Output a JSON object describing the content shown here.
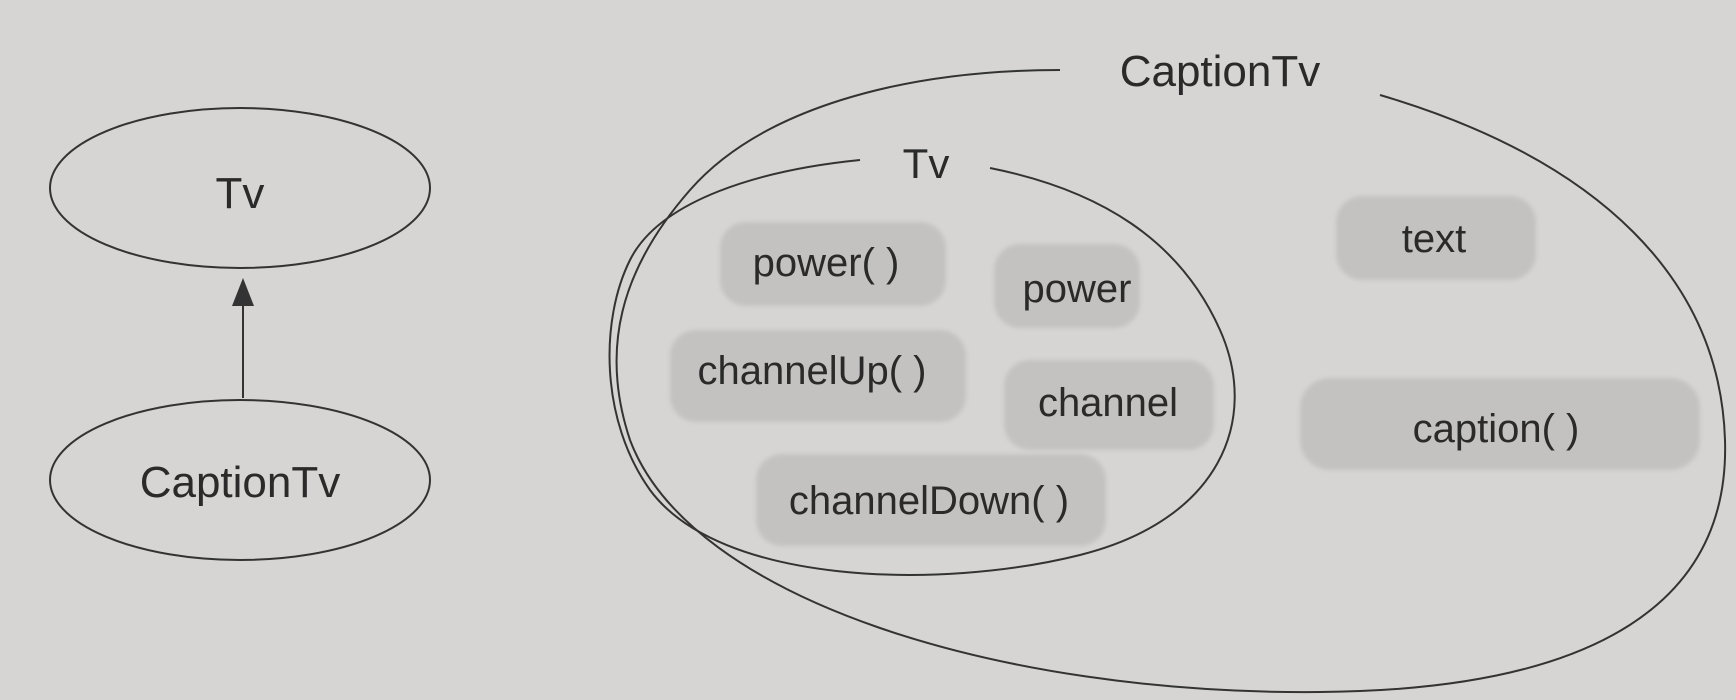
{
  "hierarchy": {
    "parent_class": "Tv",
    "child_class": "CaptionTv"
  },
  "containment": {
    "outer_class": "CaptionTv",
    "inner_class": "Tv",
    "inner_members": [
      "power( )",
      "power",
      "channelUp( )",
      "channel",
      "channelDown( )"
    ],
    "outer_members": [
      "text",
      "caption( )"
    ]
  },
  "colors": {
    "background": "#d6d5d3",
    "member_box": "#c3c2c0",
    "stroke": "#333333",
    "text": "#2a2a2a"
  }
}
